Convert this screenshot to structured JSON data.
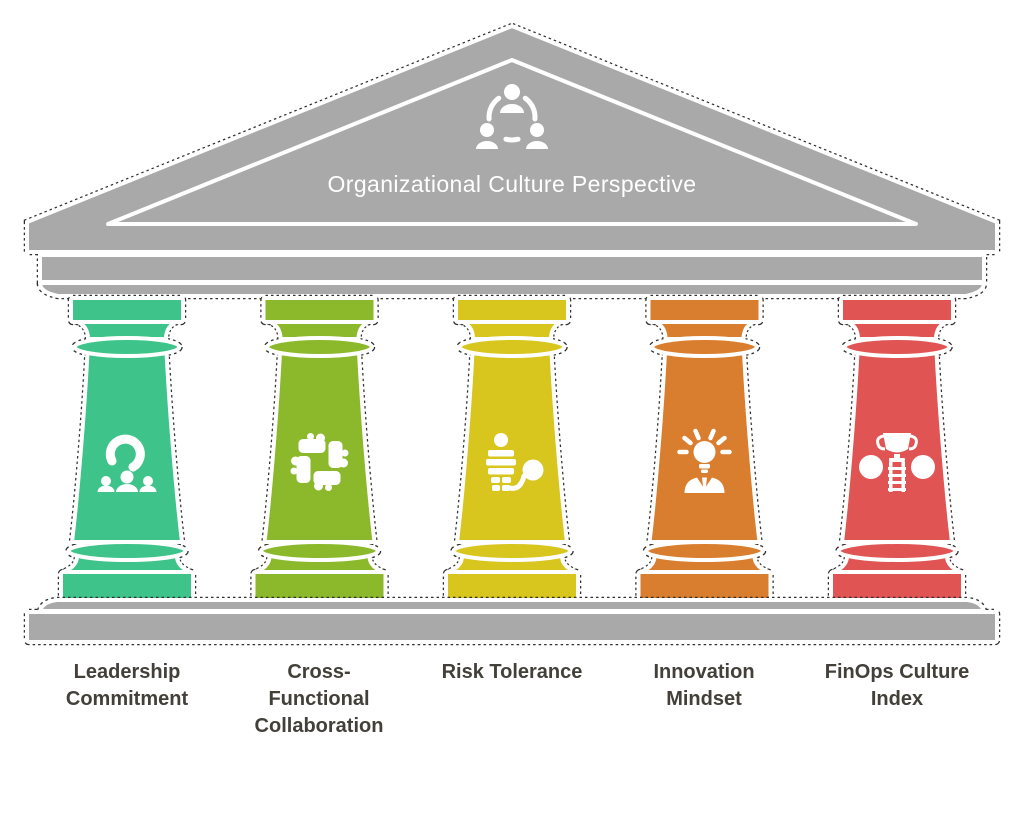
{
  "title": "Organizational Culture Perspective",
  "colors": {
    "structure": "#a9a9a9",
    "outline_dash": "#303030",
    "title_text": "#ffffff",
    "label_text": "#43403a",
    "icon": "#ffffff"
  },
  "pediment": {
    "title": "Organizational Culture Perspective",
    "icon": "team-network-icon"
  },
  "pillars": [
    {
      "label": "Leadership\nCommitment",
      "color": "#3ec48a",
      "icon": "leadership-question-icon"
    },
    {
      "label": "Cross-\nFunctional\nCollaboration",
      "color": "#8cb92c",
      "icon": "collaboration-hands-icon"
    },
    {
      "label": "Risk Tolerance",
      "color": "#d8c51e",
      "icon": "risk-ball-chain-icon"
    },
    {
      "label": "Innovation\nMindset",
      "color": "#d97d2e",
      "icon": "innovation-bulb-icon"
    },
    {
      "label": "FinOps Culture\nIndex",
      "color": "#e05454",
      "icon": "trophy-ladder-icon"
    }
  ]
}
